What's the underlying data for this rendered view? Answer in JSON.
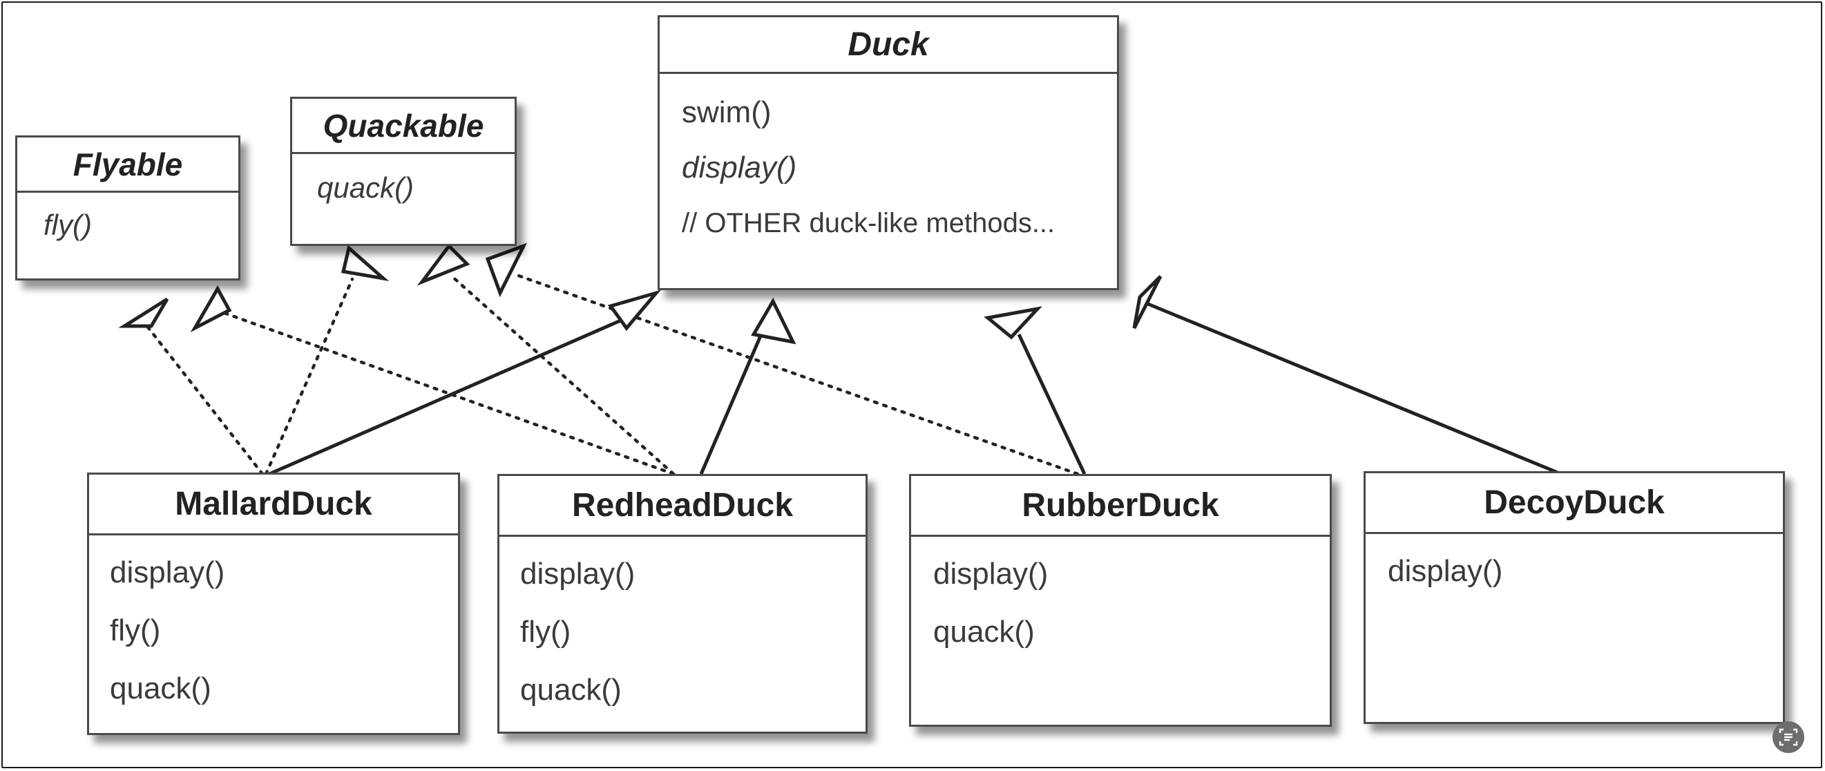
{
  "classes": {
    "duck": {
      "name": "Duck",
      "methods": [
        "swim()",
        "display()",
        "// OTHER duck-like methods..."
      ]
    },
    "flyable": {
      "name": "Flyable",
      "methods": [
        "fly()"
      ]
    },
    "quackable": {
      "name": "Quackable",
      "methods": [
        "quack()"
      ]
    },
    "mallard": {
      "name": "MallardDuck",
      "methods": [
        "display()",
        "fly()",
        "quack()"
      ]
    },
    "redhead": {
      "name": "RedheadDuck",
      "methods": [
        "display()",
        "fly()",
        "quack()"
      ]
    },
    "rubber": {
      "name": "RubberDuck",
      "methods": [
        "display()",
        "quack()"
      ]
    },
    "decoy": {
      "name": "DecoyDuck",
      "methods": [
        "display()"
      ]
    }
  },
  "relations": [
    {
      "from": "mallard",
      "to": "duck",
      "kind": "inheritance"
    },
    {
      "from": "redhead",
      "to": "duck",
      "kind": "inheritance"
    },
    {
      "from": "rubber",
      "to": "duck",
      "kind": "inheritance"
    },
    {
      "from": "decoy",
      "to": "duck",
      "kind": "inheritance"
    },
    {
      "from": "mallard",
      "to": "flyable",
      "kind": "realization"
    },
    {
      "from": "redhead",
      "to": "flyable",
      "kind": "realization"
    },
    {
      "from": "mallard",
      "to": "quackable",
      "kind": "realization"
    },
    {
      "from": "redhead",
      "to": "quackable",
      "kind": "realization"
    },
    {
      "from": "rubber",
      "to": "quackable",
      "kind": "realization"
    }
  ],
  "icons": {
    "lens": "visual-search-icon"
  }
}
